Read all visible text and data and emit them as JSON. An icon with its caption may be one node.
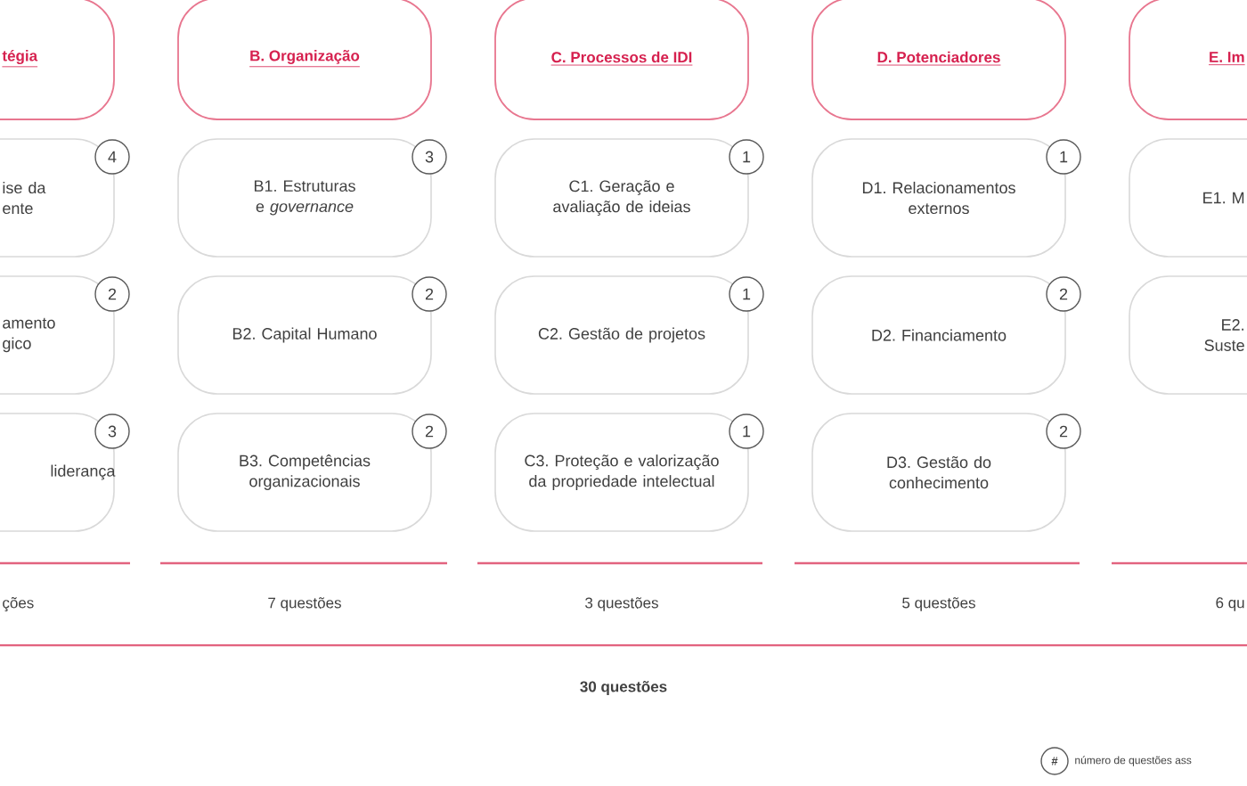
{
  "diagram": {
    "nodes": [
      {
        "text": [
          "tégia"
        ]
      },
      {
        "text": [
          "B. Organização"
        ]
      },
      {
        "text": [
          "C. Processos de IDI"
        ]
      },
      {
        "text": [
          "D. Potenciadores"
        ]
      },
      {
        "text": [
          "E. Im"
        ]
      },
      {
        "text": [
          "ise da ente"
        ]
      },
      {
        "text": [
          "4"
        ]
      },
      {
        "text": [
          "B1. Estruturas e *governance*"
        ]
      },
      {
        "text": [
          "3"
        ]
      },
      {
        "text": [
          "C1. Geração e avaliação de ideias"
        ]
      },
      {
        "text": [
          "1"
        ]
      },
      {
        "text": [
          "D1. Relacionamentos externos"
        ]
      },
      {
        "text": [
          "1"
        ]
      },
      {
        "text": [
          "E1. M"
        ]
      },
      {
        "text": [
          "amento gico"
        ]
      },
      {
        "text": [
          "2"
        ]
      },
      {
        "text": [
          "B2. Capital Humano"
        ]
      },
      {
        "text": [
          "2"
        ]
      },
      {
        "text": [
          "C2. Gestão de projetos"
        ]
      },
      {
        "text": [
          "1"
        ]
      },
      {
        "text": [
          "D2. Financiamento"
        ]
      },
      {
        "text": [
          "2"
        ]
      },
      {
        "text": [
          "E2. Suste"
        ]
      },
      {
        "text": [
          "liderança"
        ]
      },
      {
        "text": [
          "3"
        ]
      },
      {
        "text": [
          "B3. Competências organizacionais"
        ]
      },
      {
        "text": [
          "2"
        ]
      },
      {
        "text": [
          "C3. Proteção e valorização da propriedade intelectual"
        ]
      },
      {
        "text": [
          "1"
        ]
      },
      {
        "text": [
          "D3. Gestão do conhecimento"
        ]
      },
      {
        "text": [
          "2"
        ]
      }
    ],
    "labels": [
      "ções",
      "7 questões",
      "3 questões",
      "5 questões",
      "6 qu",
      "30 questões",
      "#",
      "número de questões ass"
    ]
  }
}
